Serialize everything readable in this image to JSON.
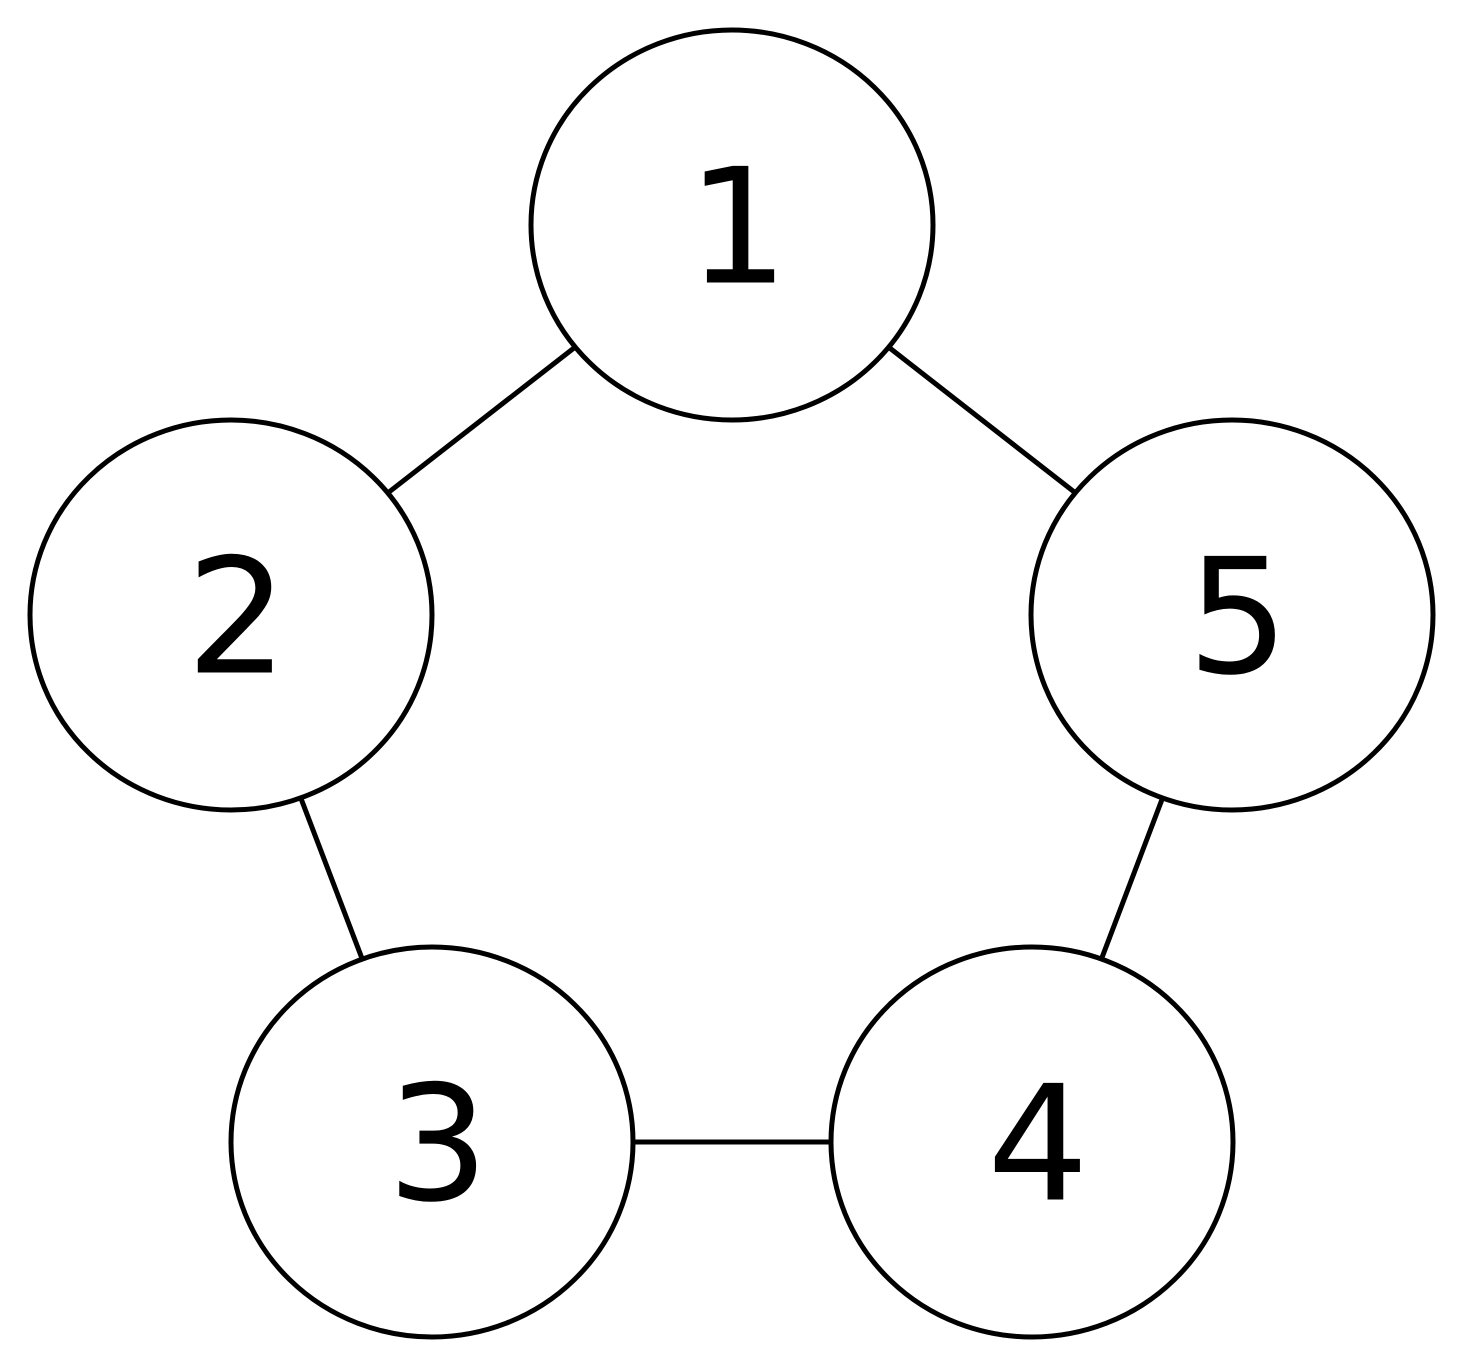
{
  "diagram": {
    "type": "undirected-graph",
    "nodes": [
      {
        "id": "n1",
        "label": "1"
      },
      {
        "id": "n2",
        "label": "2"
      },
      {
        "id": "n3",
        "label": "3"
      },
      {
        "id": "n4",
        "label": "4"
      },
      {
        "id": "n5",
        "label": "5"
      }
    ],
    "edges": [
      {
        "from": "n1",
        "to": "n2"
      },
      {
        "from": "n2",
        "to": "n3"
      },
      {
        "from": "n3",
        "to": "n4"
      },
      {
        "from": "n4",
        "to": "n5"
      },
      {
        "from": "n5",
        "to": "n1"
      }
    ]
  }
}
